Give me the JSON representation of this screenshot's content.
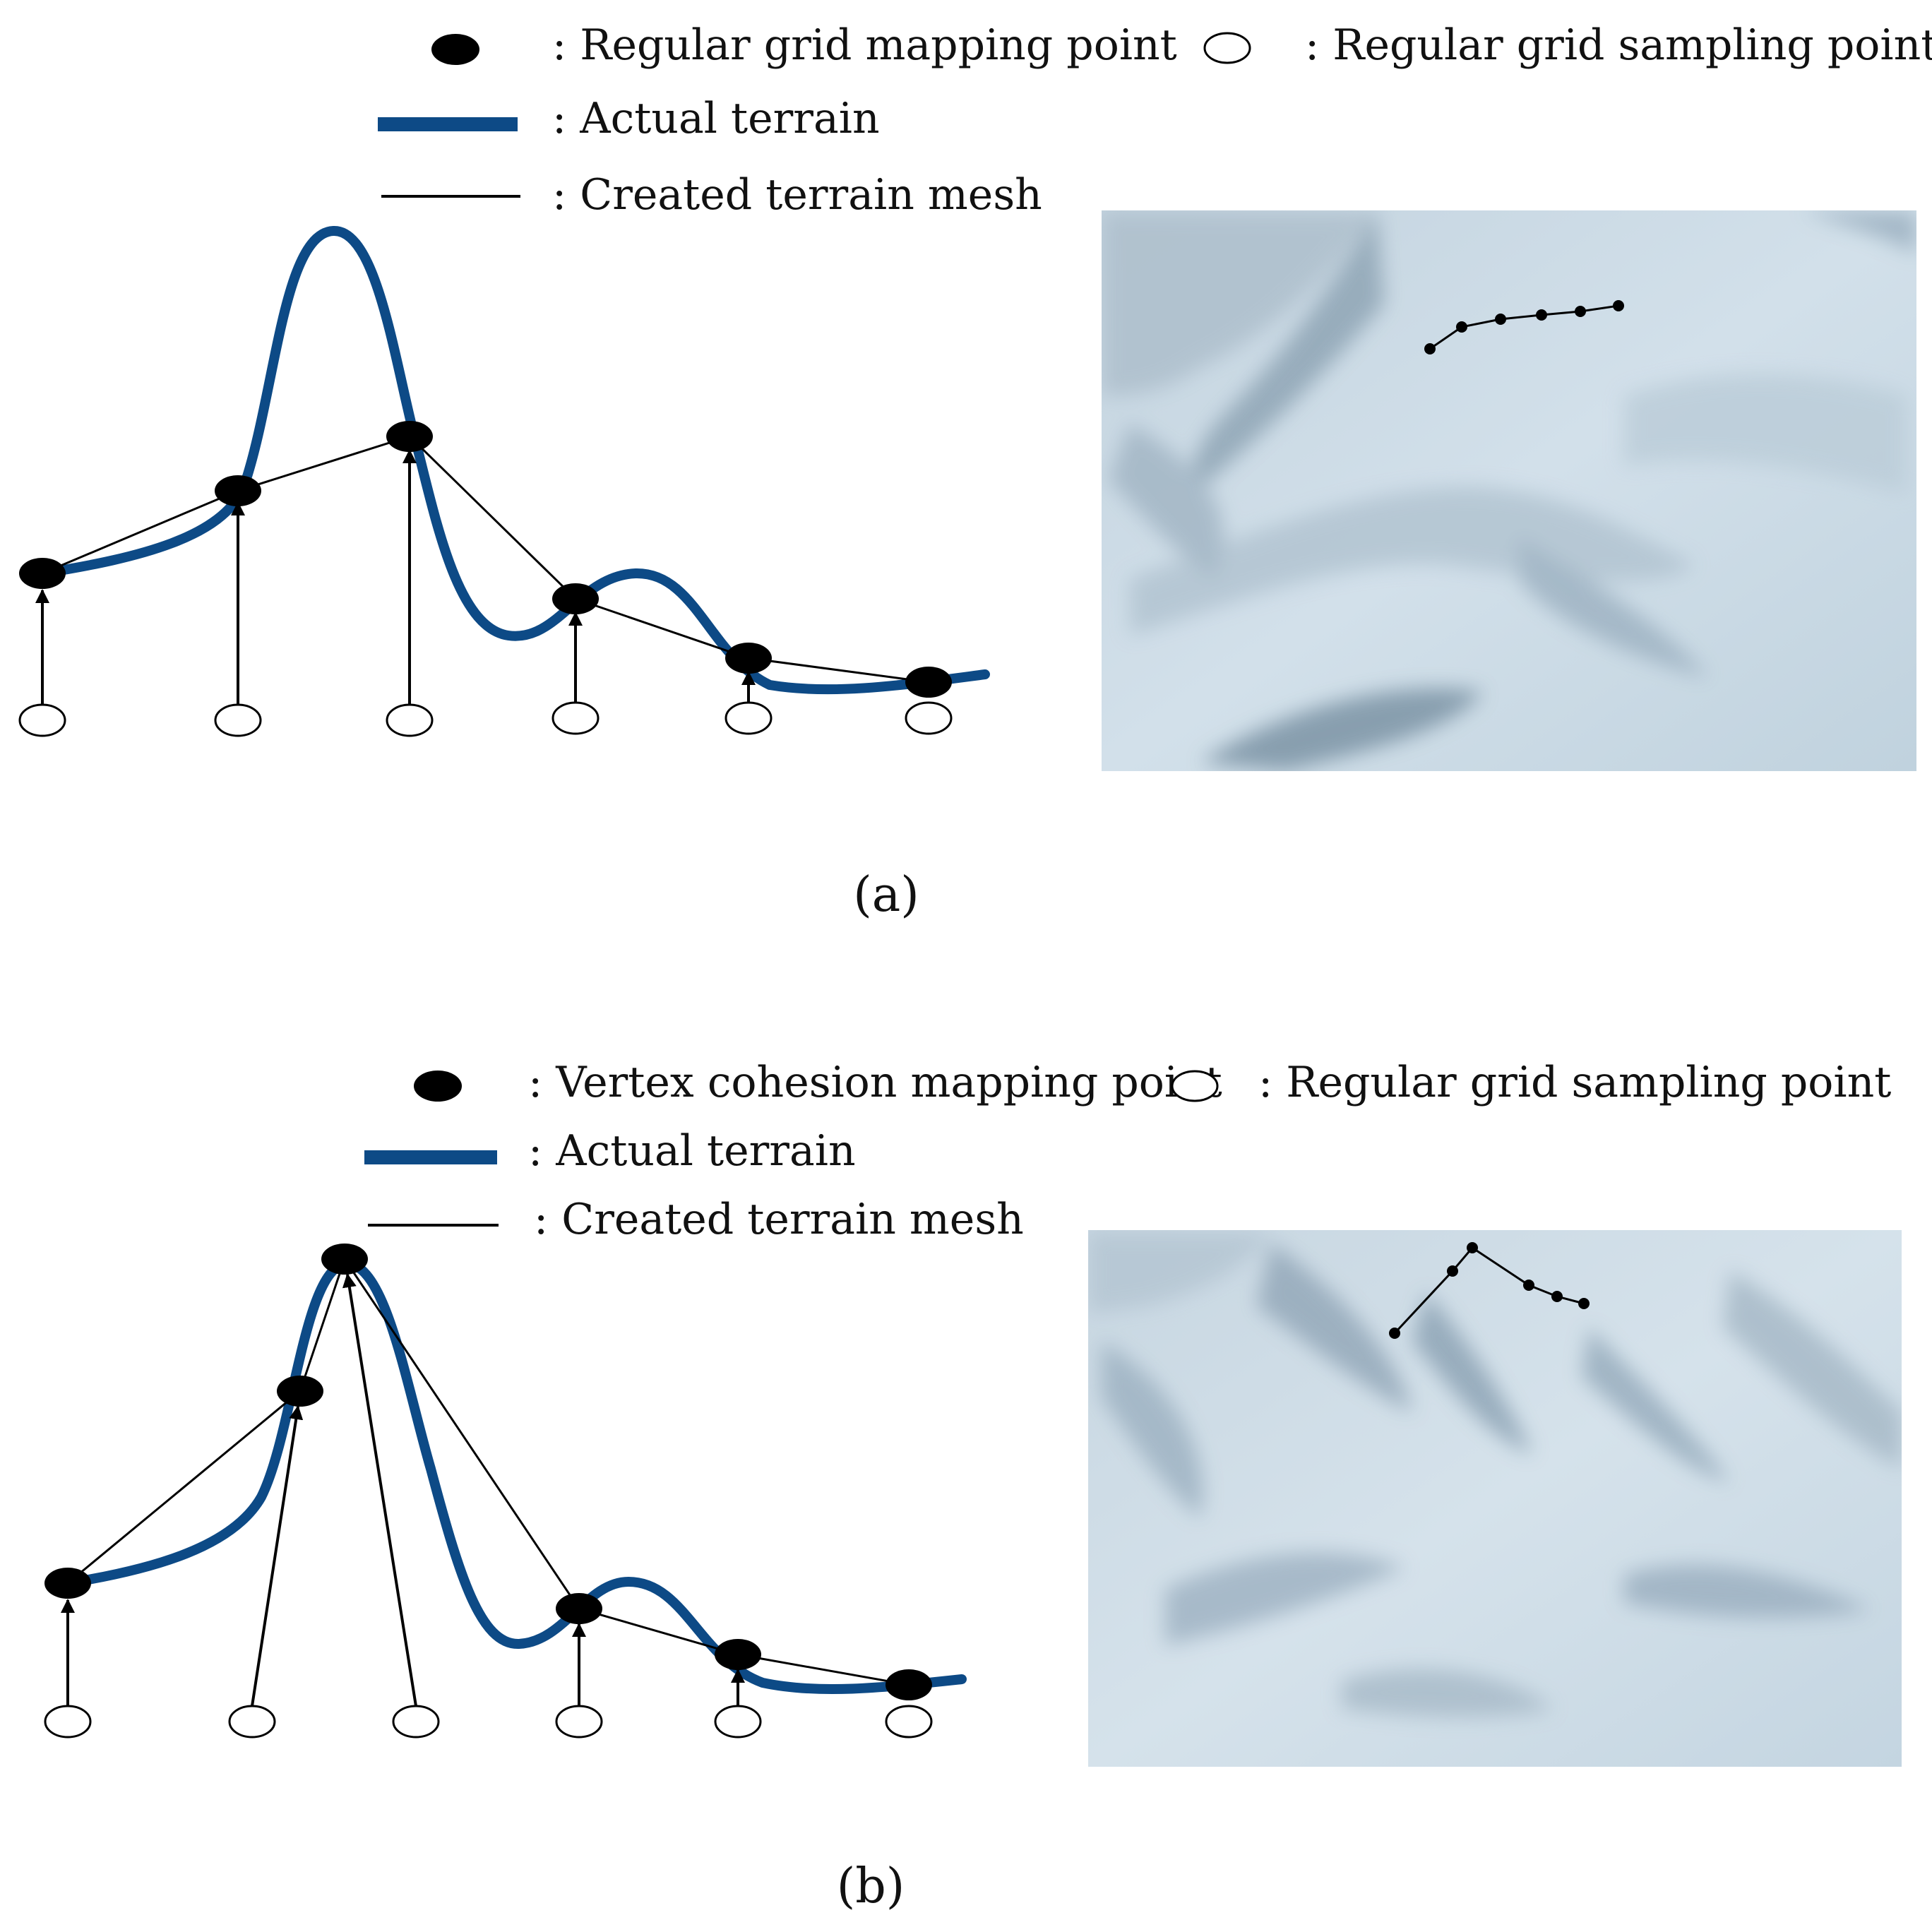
{
  "colors": {
    "terrain": "#0d4a86",
    "mesh": "#000000",
    "mapping_point": "#000000",
    "sampling_point": "#ffffff",
    "render_light": "#d6e4ee",
    "render_dark": "#7f97a8"
  },
  "panel_a": {
    "legend": {
      "mapping_point": ": Regular grid mapping point",
      "sampling_point": ": Regular grid sampling point",
      "actual_terrain": ": Actual terrain",
      "terrain_mesh": ": Created terrain mesh"
    },
    "caption": "(a)"
  },
  "panel_b": {
    "legend": {
      "mapping_point": ": Vertex cohesion mapping point",
      "sampling_point": ": Regular grid sampling point",
      "actual_terrain": ": Actual terrain",
      "terrain_mesh": ": Created terrain mesh"
    },
    "caption": "(b)"
  },
  "icons": {
    "mapping_point": "filled-ellipse",
    "sampling_point": "hollow-ellipse",
    "terrain_line": "thick-blue-line",
    "mesh_line": "thin-black-line"
  }
}
